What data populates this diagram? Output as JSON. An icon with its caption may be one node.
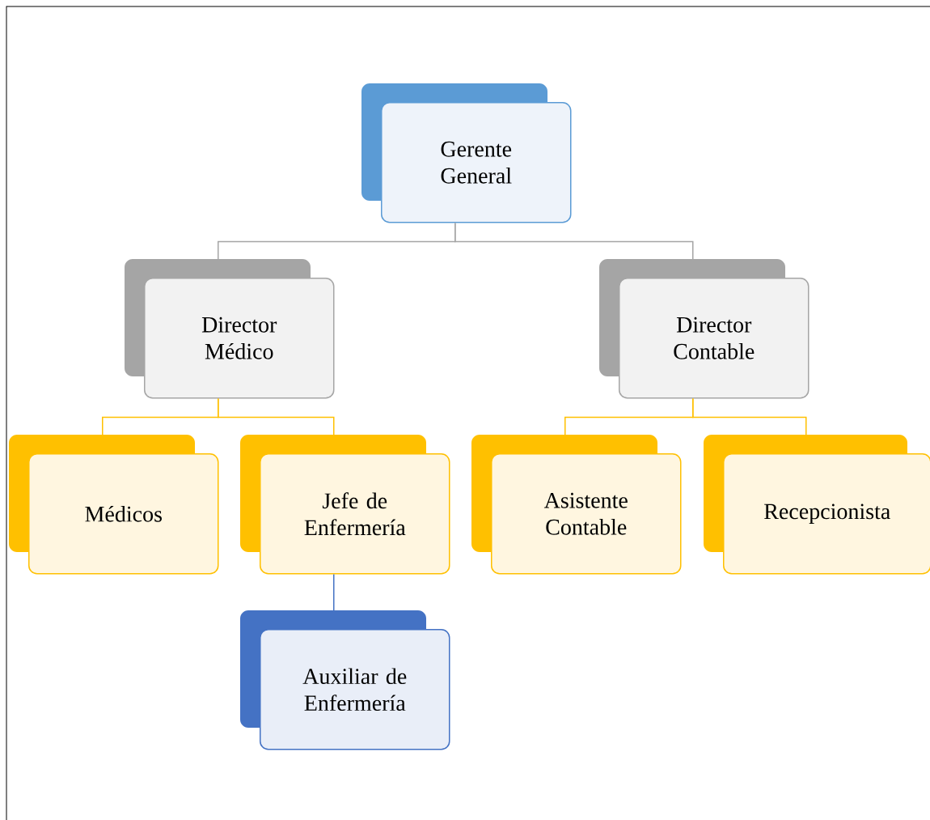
{
  "diagram": {
    "nodes": [
      {
        "text": [
          "Gerente General"
        ]
      },
      {
        "text": [
          "Director Médico"
        ]
      },
      {
        "text": [
          "Director Contable"
        ]
      },
      {
        "text": [
          "Médicos"
        ]
      },
      {
        "text": [
          "Jefe de Enfermería"
        ]
      },
      {
        "text": [
          "Asistente Contable"
        ]
      },
      {
        "text": [
          "Recepcionista"
        ]
      },
      {
        "text": [
          "Auxiliar de Enfermería"
        ]
      }
    ],
    "edges": [
      {
        "from": 0,
        "to": 1,
        "arrow": "none",
        "color": "#a5a5a5"
      },
      {
        "from": 0,
        "to": 2,
        "arrow": "none",
        "color": "#a5a5a5"
      },
      {
        "from": 1,
        "to": 3,
        "arrow": "none",
        "color": "#ffc000"
      },
      {
        "from": 1,
        "to": 4,
        "arrow": "none",
        "color": "#ffc000"
      },
      {
        "from": 2,
        "to": 5,
        "arrow": "none",
        "color": "#ffc000"
      },
      {
        "from": 2,
        "to": 6,
        "arrow": "none",
        "color": "#ffc000"
      },
      {
        "from": 4,
        "to": 7,
        "arrow": "none",
        "color": "#4472c4"
      }
    ]
  }
}
